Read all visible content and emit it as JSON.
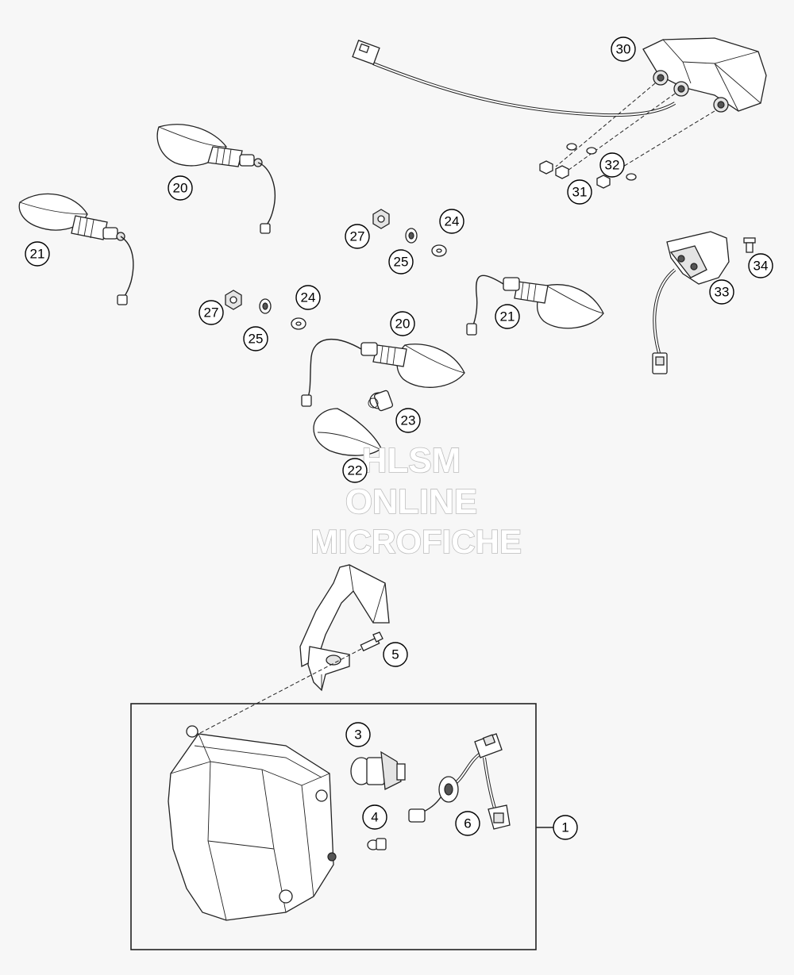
{
  "labels": {
    "l1": "1",
    "l3": "3",
    "l4": "4",
    "l5": "5",
    "l6": "6",
    "l20a": "20",
    "l20b": "20",
    "l21a": "21",
    "l21b": "21",
    "l22": "22",
    "l23": "23",
    "l24a": "24",
    "l24b": "24",
    "l25a": "25",
    "l25b": "25",
    "l27a": "27",
    "l27b": "27",
    "l30": "30",
    "l31": "31",
    "l32": "32",
    "l33": "33",
    "l34": "34"
  },
  "watermark": {
    "line1": "HLSM",
    "line2": "ONLINE",
    "line3": "MICROFICHE"
  }
}
